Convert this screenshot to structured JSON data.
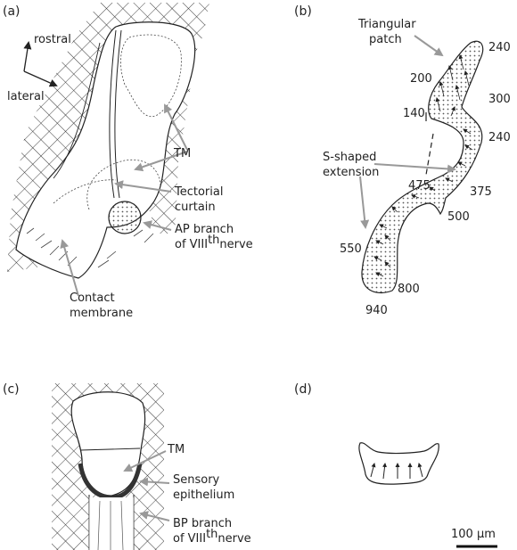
{
  "panels": {
    "a": "(a)",
    "b": "(b)",
    "c": "(c)",
    "d": "(d)"
  },
  "panel_a": {
    "orientation": {
      "rostral": "rostral",
      "lateral": "lateral"
    },
    "labels": {
      "tm": "TM",
      "tectorial_1": "Tectorial",
      "tectorial_2": "curtain",
      "ap_1": "AP branch",
      "ap_2_pre": "of VIII",
      "ap_2_sup": "th",
      "ap_2_post": "nerve",
      "contact_1": "Contact",
      "contact_2": "membrane"
    }
  },
  "panel_b": {
    "labels": {
      "tri_1": "Triangular",
      "tri_2": "patch",
      "s_1": "S-shaped",
      "s_2": "extension"
    },
    "numbers": [
      "240",
      "200",
      "300",
      "140",
      "240",
      "475",
      "375",
      "500",
      "550",
      "800",
      "940"
    ]
  },
  "panel_c": {
    "labels": {
      "tm": "TM",
      "sens_1": "Sensory",
      "sens_2": "epithelium",
      "bp_1": "BP branch",
      "bp_2_pre": "of VIII",
      "bp_2_sup": "th",
      "bp_2_post": "nerve"
    }
  },
  "scale_bar": {
    "label": "100 μm"
  },
  "colors": {
    "line": "#222222",
    "arrow": "#999999",
    "hatch": "#333333",
    "epithelium": "#333333"
  }
}
